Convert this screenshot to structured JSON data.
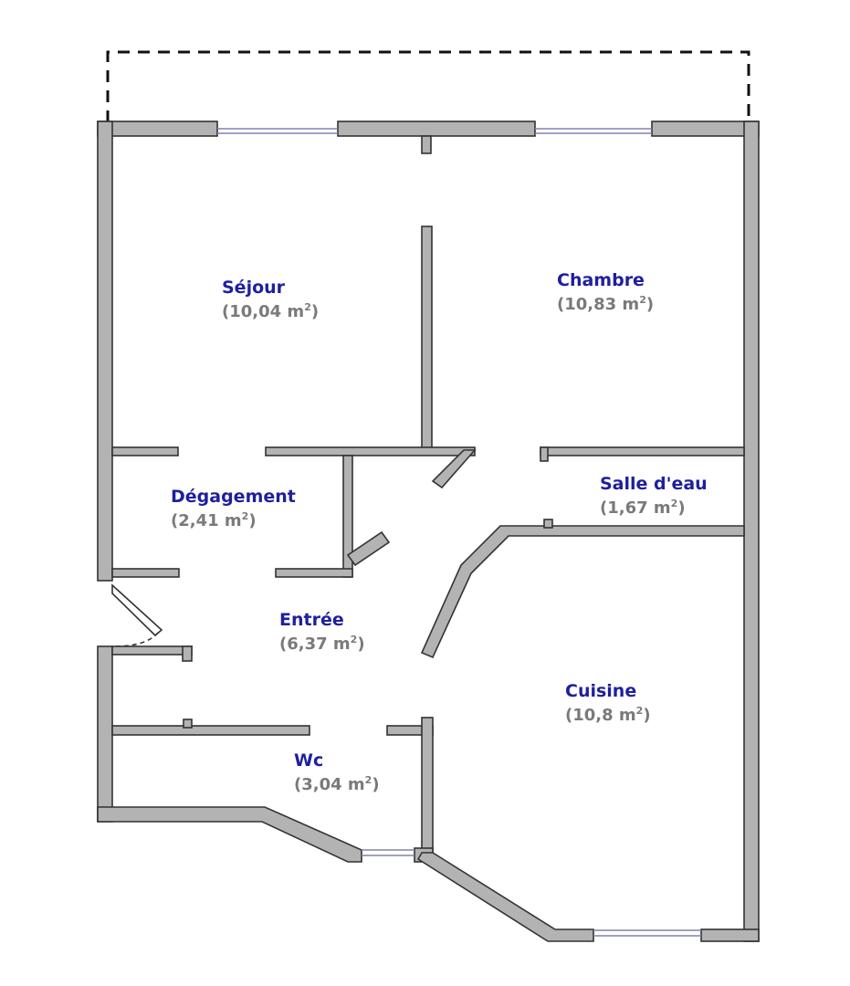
{
  "rooms": [
    {
      "id": "sejour",
      "name": "Séjour",
      "area": "(10,04 m",
      "unit_sup": "2",
      "close": ")"
    },
    {
      "id": "chambre",
      "name": "Chambre",
      "area": "(10,83 m",
      "unit_sup": "2",
      "close": ")"
    },
    {
      "id": "degagement",
      "name": "Dégagement",
      "area": "(2,41 m",
      "unit_sup": "2",
      "close": ")"
    },
    {
      "id": "salle-deau",
      "name": "Salle d'eau",
      "area": "(1,67 m",
      "unit_sup": "2",
      "close": ")"
    },
    {
      "id": "entree",
      "name": "Entrée",
      "area": "(6,37 m",
      "unit_sup": "2",
      "close": ")"
    },
    {
      "id": "cuisine",
      "name": "Cuisine",
      "area": "(10,8 m",
      "unit_sup": "2",
      "close": ")"
    },
    {
      "id": "wc",
      "name": "Wc",
      "area": "(3,04 m",
      "unit_sup": "2",
      "close": ")"
    }
  ],
  "colors": {
    "wall_fill": "#b3b3b3",
    "wall_stroke": "#333333",
    "room_name": "#1f1f9e",
    "room_area": "#7a7a7a",
    "window": "#8080b0"
  }
}
